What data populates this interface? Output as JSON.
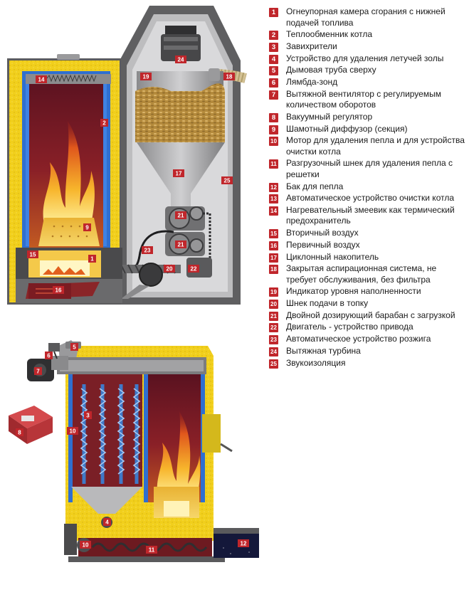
{
  "legend": [
    {
      "num": "1",
      "text": "Огнеупорная камера сгорания с нижней подачей топлива"
    },
    {
      "num": "2",
      "text": "Теплообменник котла"
    },
    {
      "num": "3",
      "text": "Завихрители"
    },
    {
      "num": "4",
      "text": "Устройство для удаления летучей золы"
    },
    {
      "num": "5",
      "text": "Дымовая труба сверху"
    },
    {
      "num": "6",
      "text": "Лямбда-зонд"
    },
    {
      "num": "7",
      "text": "Вытяжной вентилятор с регулируемым количеством оборотов"
    },
    {
      "num": "8",
      "text": "Вакуумный регулятор"
    },
    {
      "num": "9",
      "text": "Шамотный диффузор (секция)"
    },
    {
      "num": "10",
      "text": "Мотор для удаления пепла и для устройства очистки котла"
    },
    {
      "num": "11",
      "text": "Разгрузочный шнек для удаления пепла с решетки"
    },
    {
      "num": "12",
      "text": "Бак для пепла"
    },
    {
      "num": "13",
      "text": "Автоматическое устройство очистки котла"
    },
    {
      "num": "14",
      "text": "Нагревательный змеевик как термический предохранитель"
    },
    {
      "num": "15",
      "text": "Вторичный воздух"
    },
    {
      "num": "16",
      "text": "Первичный воздух"
    },
    {
      "num": "17",
      "text": "Циклонный накопитель"
    },
    {
      "num": "18",
      "text": "Закрытая аспирационная система, не требует обслуживания, без фильтра"
    },
    {
      "num": "19",
      "text": "Индикатор уровня наполненности"
    },
    {
      "num": "20",
      "text": "Шнек подачи в топку"
    },
    {
      "num": "21",
      "text": "Двойной дозирующий барабан с загрузкой"
    },
    {
      "num": "22",
      "text": "Двигатель - устройство привода"
    },
    {
      "num": "23",
      "text": "Автоматическое устройство розжига"
    },
    {
      "num": "24",
      "text": "Вытяжная турбина"
    },
    {
      "num": "25",
      "text": "Звукоизоляция"
    }
  ],
  "colors": {
    "accent_red": "#c0262b",
    "insulation_yellow": "#f2d21a",
    "water_jacket_blue": "#2f6fd0",
    "chamber_red": "#7d1820",
    "steel_gray": "#6e6e70",
    "pellets": "#c9a24e"
  }
}
